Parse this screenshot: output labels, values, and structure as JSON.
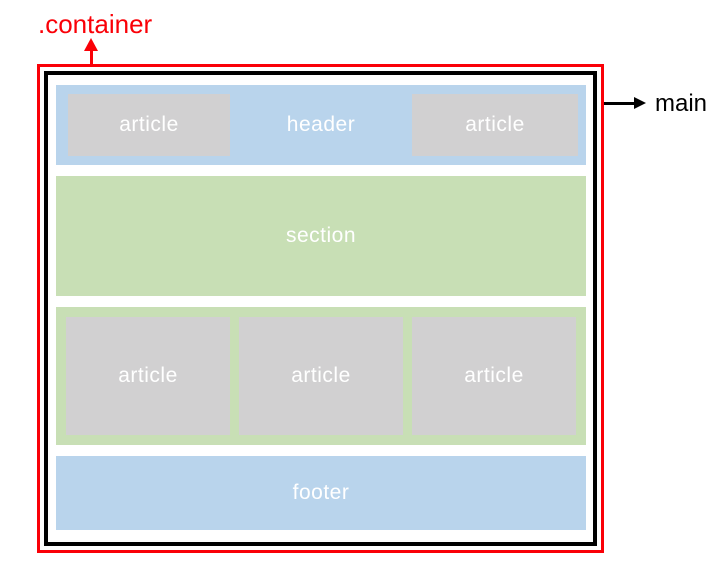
{
  "colors": {
    "red": "#fa0007",
    "black": "#000000",
    "blue": "#b9d4ec",
    "green": "#c8dfb5",
    "gray": "#d1d0d1",
    "label": "#ffffff"
  },
  "annotations": {
    "container_label": ".container",
    "main_label": "main"
  },
  "diagram": {
    "header": {
      "label": "header",
      "articles": [
        "article",
        "article"
      ]
    },
    "section": {
      "label": "section"
    },
    "middle": {
      "articles": [
        "article",
        "article",
        "article"
      ]
    },
    "footer": {
      "label": "footer"
    }
  }
}
